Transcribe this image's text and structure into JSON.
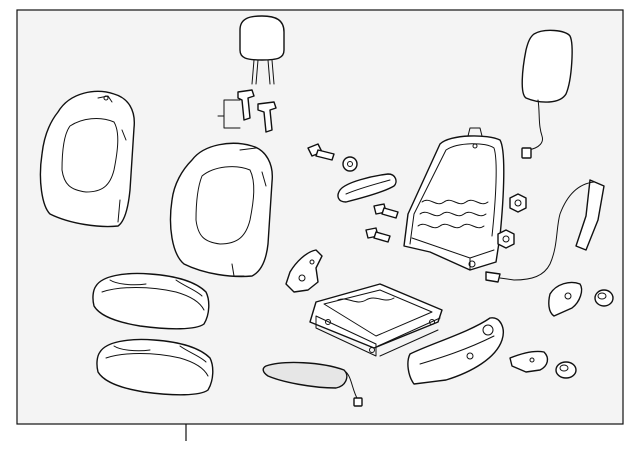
{
  "diagram": {
    "type": "exploded-parts-diagram",
    "labels": [],
    "colors": {
      "background": "#f4f4f4",
      "frame": "#111111",
      "part_fill": "#ffffff"
    },
    "parts": [
      "headrest",
      "headrest-guides",
      "side-airbag",
      "seat-back-cover",
      "seat-back-pad",
      "seat-cushion-cover",
      "seat-cushion-pad",
      "bolt",
      "washer",
      "recliner-handle",
      "seat-back-frame",
      "nut",
      "seat-track-assembly",
      "side-shield",
      "wire-harness",
      "bracket",
      "lower-trim-panel",
      "outer-side-shield",
      "lever",
      "cap"
    ]
  }
}
